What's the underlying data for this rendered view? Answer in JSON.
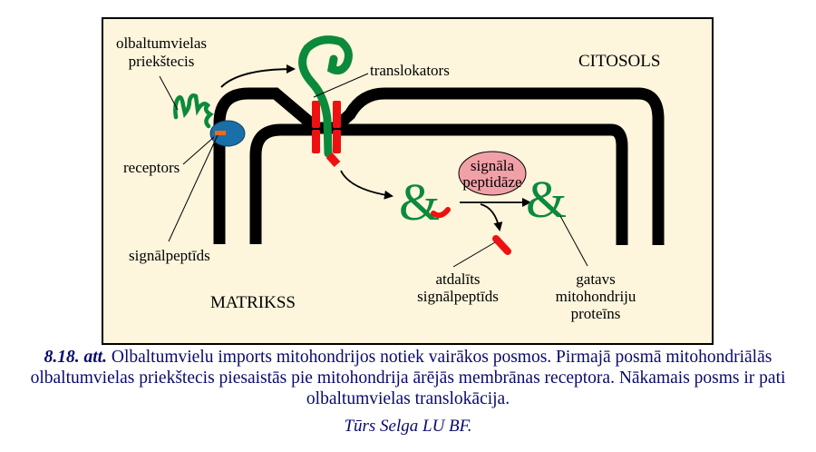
{
  "figure": {
    "region_labels": {
      "cytosol": "CITOSOLS",
      "matrix": "MATRIKSS"
    },
    "labels": {
      "precursor_line1": "olbaltumvielas",
      "precursor_line2": "priekštecis",
      "receptor": "receptors",
      "signal_peptide": "signālpeptīds",
      "translocator": "translokators",
      "peptidase_line1": "signāla",
      "peptidase_line2": "peptidāze",
      "cleaved_line1": "atdalīts",
      "cleaved_line2": "signālpeptīds",
      "mature_line1": "gatavs",
      "mature_line2": "mitohondriju",
      "mature_line3": "proteīns"
    },
    "protein_glyph": "&",
    "colors": {
      "background": "#fdf5dc",
      "membrane": "#000000",
      "protein": "#0b8a3b",
      "signal_peptide": "#ee1111",
      "receptor": "#1a6fa8",
      "receptor_tag": "#f06a1a",
      "translocator": "#ee1111",
      "peptidase": "#f2a0a8",
      "caption_text": "#0a0a6e"
    }
  },
  "caption": {
    "figure_number": "8.18. att.",
    "text": " Olbaltumvielu imports mitohondrijos notiek vairākos posmos. Pirmajā posmā mitohondriālās olbaltumvielas priekštecis piesaistās pie mitohondrija ārējās membrānas receptora. Nākamais posms ir pati olbaltumvielas translokācija.",
    "credit": "Tūrs Selga LU BF."
  }
}
